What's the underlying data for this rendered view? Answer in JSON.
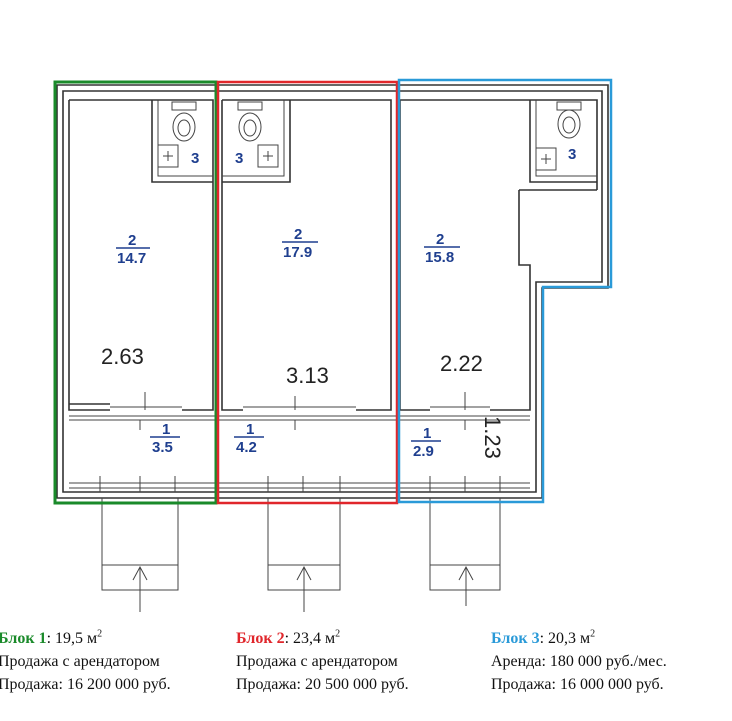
{
  "colors": {
    "block1": "#1a8a2a",
    "block2": "#e0262b",
    "block3": "#2a9ad8",
    "room_label": "#1f3f8f"
  },
  "icons": [
    "toilet-icon",
    "sink-icon",
    "entrance-arrow-icon"
  ],
  "plan": {
    "rooms": [
      {
        "num": "2",
        "area": "14.7"
      },
      {
        "num": "2",
        "area": "17.9"
      },
      {
        "num": "2",
        "area": "15.8"
      },
      {
        "num": "1",
        "area": "3.5"
      },
      {
        "num": "1",
        "area": "4.2"
      },
      {
        "num": "1",
        "area": "2.9"
      }
    ],
    "wc_labels": [
      "3",
      "3",
      "3"
    ],
    "dimensions": [
      "2.63",
      "3.13",
      "2.22",
      "1.23"
    ]
  },
  "blocks": [
    {
      "name": "Блок 1",
      "area": ": 19,5 м",
      "sup": "2",
      "line2": "Продажа с арендатором",
      "line3": "Продажа: 16 200 000 руб."
    },
    {
      "name": "Блок 2",
      "area": ": 23,4 м",
      "sup": "2",
      "line2": "Продажа с арендатором",
      "line3": "Продажа: 20 500 000 руб."
    },
    {
      "name": "Блок 3",
      "area": ": 20,3 м",
      "sup": "2",
      "line2": "Аренда: 180 000 руб./мес.",
      "line3": "Продажа: 16 000 000 руб."
    }
  ]
}
